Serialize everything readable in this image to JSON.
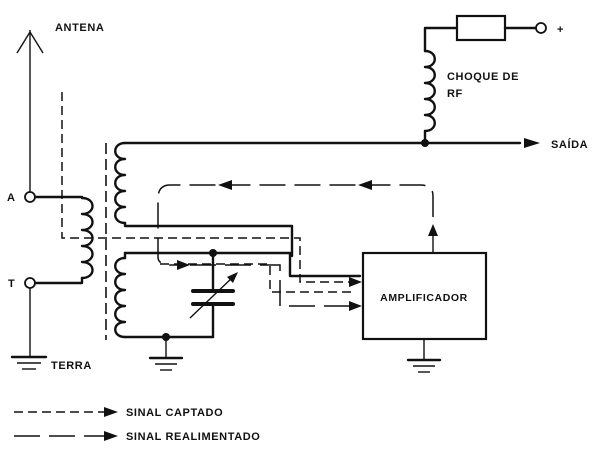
{
  "labels": {
    "antena": "ANTENA",
    "choque_line1": "CHOQUE DE",
    "choque_line2": "RF",
    "plus": "+",
    "saida": "SAÍDA",
    "terminal_a": "A",
    "terminal_t": "T",
    "terra": "TERRA",
    "amplificador": "AMPLIFICADOR"
  },
  "legend": {
    "captado": "SINAL  CAPTADO",
    "realimentado": "SINAL  REALIMENTADO"
  }
}
